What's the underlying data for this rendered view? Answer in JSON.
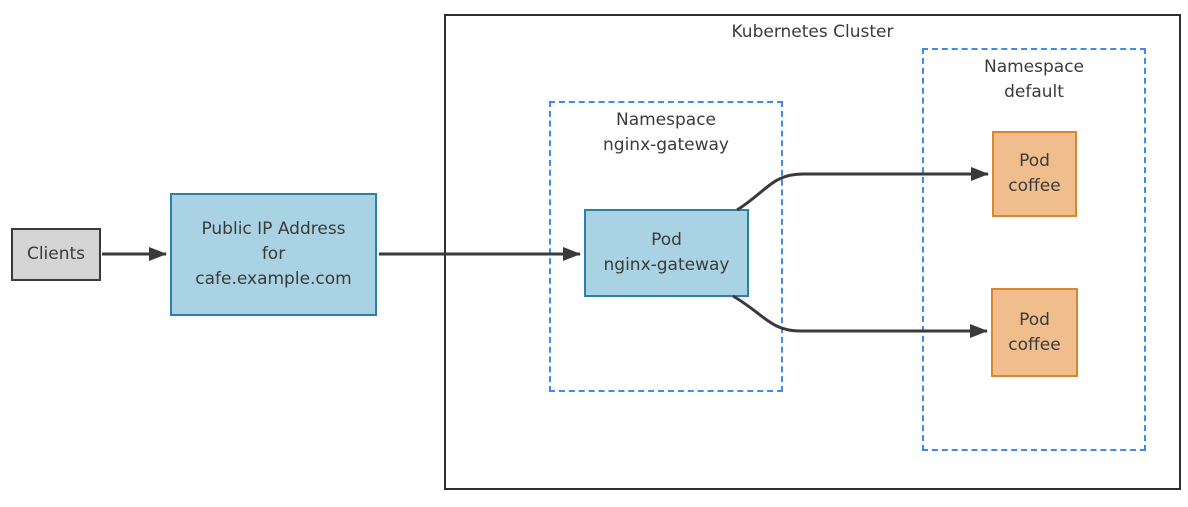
{
  "title": "Kubernetes Cluster",
  "nodes": {
    "clients": {
      "label": "Clients"
    },
    "public_ip": {
      "lines": [
        "Public IP Address",
        "for",
        "cafe.example.com"
      ]
    },
    "namespace_nginx_gateway": {
      "lines": [
        "Namespace",
        "nginx-gateway"
      ]
    },
    "pod_nginx_gateway": {
      "lines": [
        "Pod",
        "nginx-gateway"
      ]
    },
    "namespace_default": {
      "lines": [
        "Namespace",
        "default"
      ]
    },
    "pod_coffee_top": {
      "lines": [
        "Pod",
        "coffee"
      ]
    },
    "pod_coffee_bottom": {
      "lines": [
        "Pod",
        "coffee"
      ]
    }
  },
  "edges": [
    {
      "from": "clients",
      "to": "public_ip"
    },
    {
      "from": "public_ip",
      "to": "pod_nginx_gateway"
    },
    {
      "from": "pod_nginx_gateway",
      "to": "pod_coffee_top"
    },
    {
      "from": "pod_nginx_gateway",
      "to": "pod_coffee_bottom"
    }
  ],
  "colors": {
    "blue_node_fill": "#A9D2E2",
    "blue_node_stroke": "#2D80A8",
    "orange_node_fill": "#F0BE8C",
    "orange_node_stroke": "#D9862C",
    "gray_node_fill": "#D4D4D4",
    "gray_node_stroke": "#3A3A3A",
    "namespace_dashed_stroke": "#3E8BEF",
    "cluster_stroke": "#2F2F2F",
    "arrow": "#3A3A3A",
    "text": "#3B3B3B",
    "background": "#FFFFFF"
  }
}
